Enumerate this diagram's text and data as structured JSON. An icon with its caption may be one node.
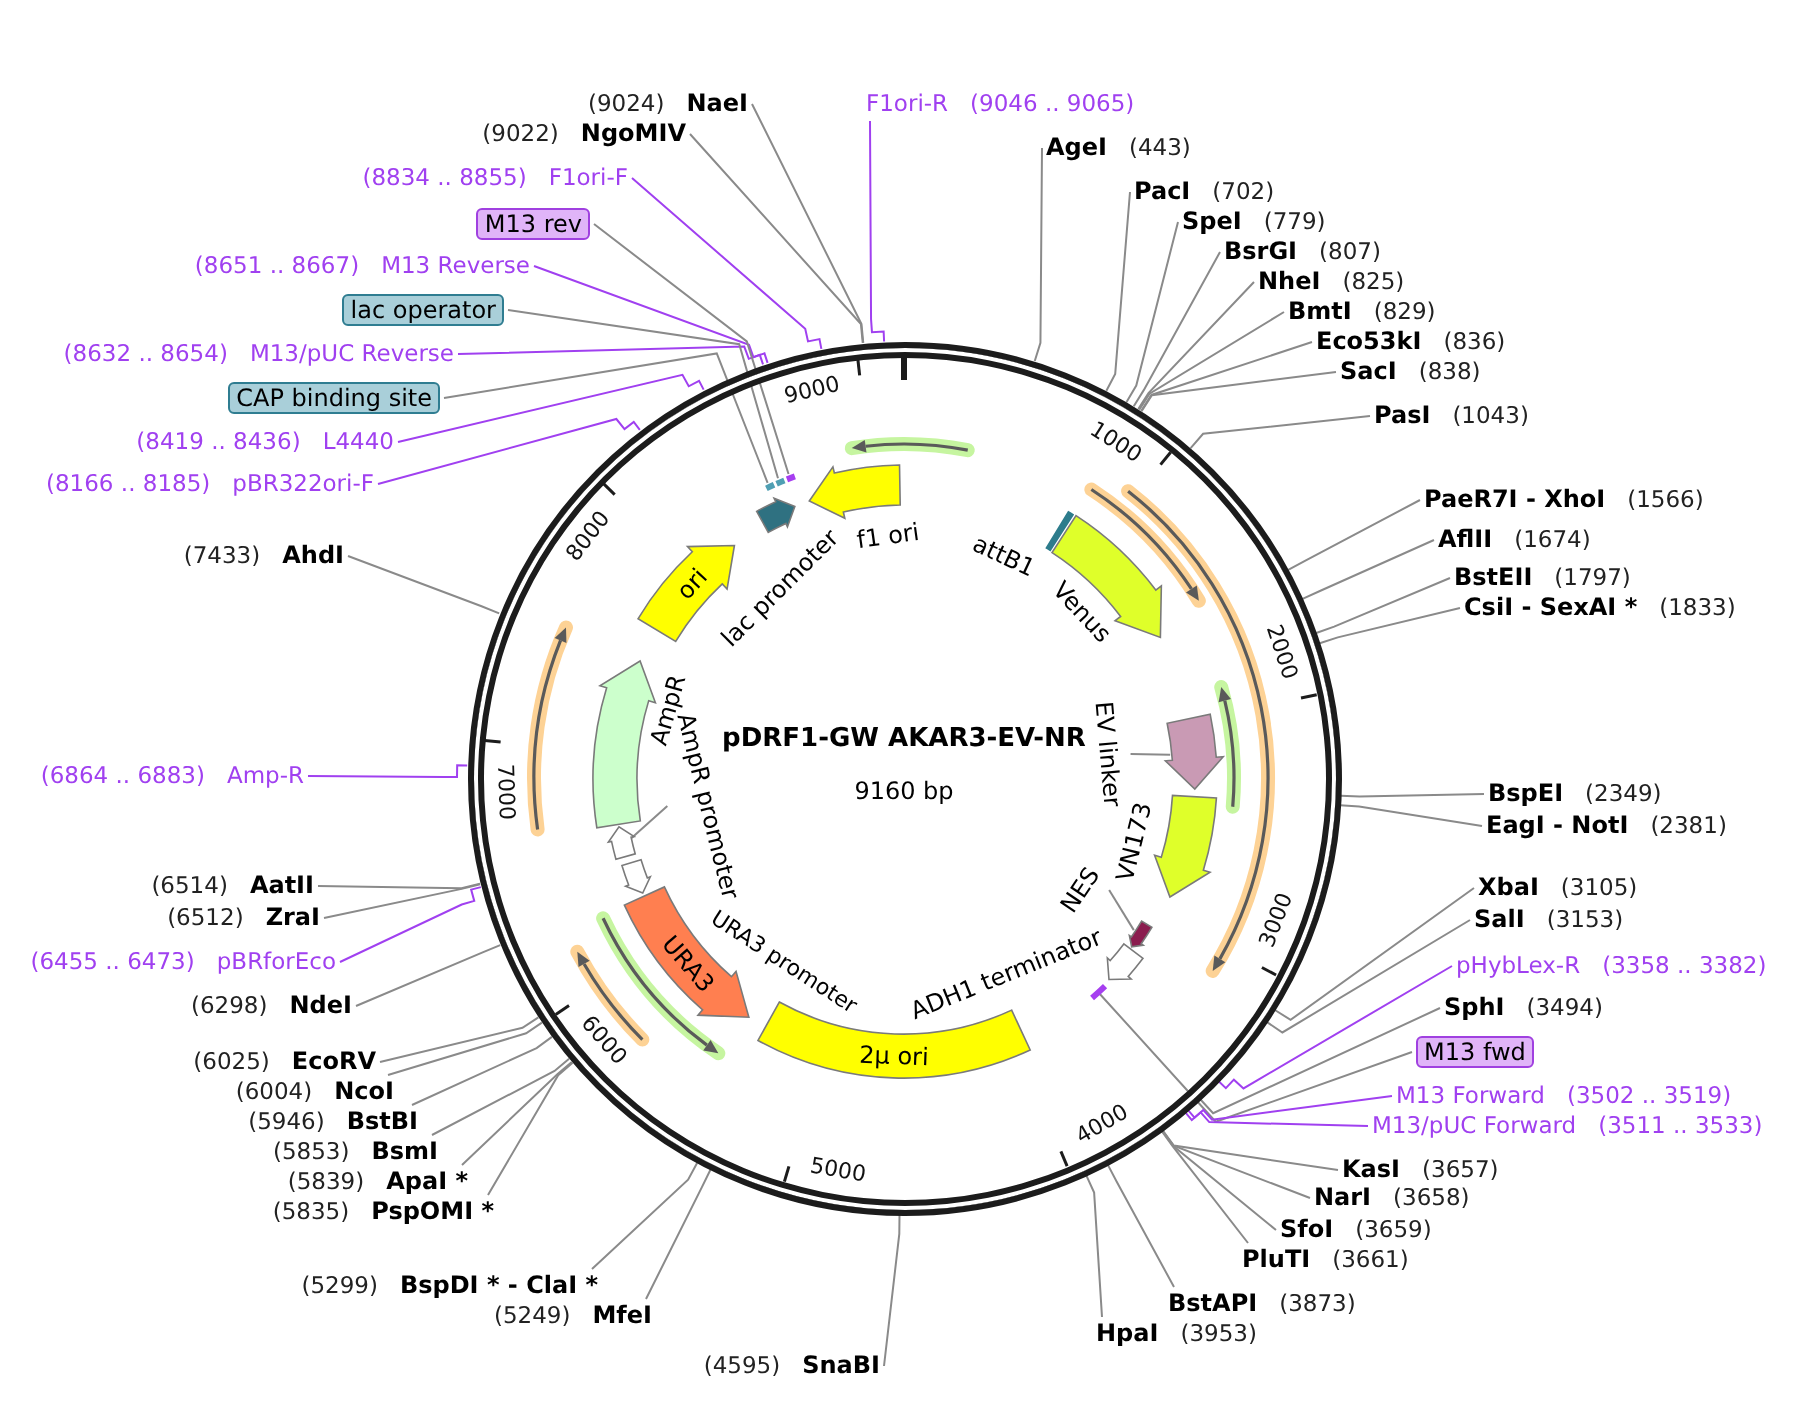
{
  "diagram": {
    "nodes": [
      {
        "text": [
          "pDRF1-GW AKAR3-EV-NR",
          "9160 bp"
        ]
      },
      {
        "text": [
          "(9024)",
          "NaeI"
        ]
      },
      {
        "text": [
          "(9022)",
          "NgoMIV"
        ]
      },
      {
        "text": [
          "F1ori-R",
          "(9046 .. 9065)"
        ]
      },
      {
        "text": [
          "AgeI",
          "(443)"
        ]
      },
      {
        "text": [
          "PacI",
          "(702)"
        ]
      },
      {
        "text": [
          "SpeI",
          "(779)"
        ]
      },
      {
        "text": [
          "BsrGI",
          "(807)"
        ]
      },
      {
        "text": [
          "NheI",
          "(825)"
        ]
      },
      {
        "text": [
          "BmtI",
          "(829)"
        ]
      },
      {
        "text": [
          "Eco53kI",
          "(836)"
        ]
      },
      {
        "text": [
          "SacI",
          "(838)"
        ]
      },
      {
        "text": [
          "PasI",
          "(1043)"
        ]
      },
      {
        "text": [
          "PaeR7I - XhoI",
          "(1566)"
        ]
      },
      {
        "text": [
          "AflII",
          "(1674)"
        ]
      },
      {
        "text": [
          "BstEII",
          "(1797)"
        ]
      },
      {
        "text": [
          "CsiI - SexAI *",
          "(1833)"
        ]
      },
      {
        "text": [
          "BspEI",
          "(2349)"
        ]
      },
      {
        "text": [
          "EagI - NotI",
          "(2381)"
        ]
      },
      {
        "text": [
          "XbaI",
          "(3105)"
        ]
      },
      {
        "text": [
          "SalI",
          "(3153)"
        ]
      },
      {
        "text": [
          "pHybLex-R",
          "(3358 .. 3382)"
        ]
      },
      {
        "text": [
          "SphI",
          "(3494)"
        ]
      },
      {
        "text": [
          "M13 fwd"
        ]
      },
      {
        "text": [
          "M13 Forward",
          "(3502 .. 3519)"
        ]
      },
      {
        "text": [
          "M13/pUC Forward",
          "(3511 .. 3533)"
        ]
      },
      {
        "text": [
          "KasI",
          "(3657)"
        ]
      },
      {
        "text": [
          "NarI",
          "(3658)"
        ]
      },
      {
        "text": [
          "SfoI",
          "(3659)"
        ]
      },
      {
        "text": [
          "PluTI",
          "(3661)"
        ]
      },
      {
        "text": [
          "BstAPI",
          "(3873)"
        ]
      },
      {
        "text": [
          "HpaI",
          "(3953)"
        ]
      },
      {
        "text": [
          "(4595)",
          "SnaBI"
        ]
      },
      {
        "text": [
          "(5249)",
          "MfeI"
        ]
      },
      {
        "text": [
          "(5299)",
          "BspDI * - ClaI *"
        ]
      },
      {
        "text": [
          "(5835)",
          "PspOMI *"
        ]
      },
      {
        "text": [
          "(5839)",
          "ApaI *"
        ]
      },
      {
        "text": [
          "(5853)",
          "BsmI"
        ]
      },
      {
        "text": [
          "(5946)",
          "BstBI"
        ]
      },
      {
        "text": [
          "(6004)",
          "NcoI"
        ]
      },
      {
        "text": [
          "(6025)",
          "EcoRV"
        ]
      },
      {
        "text": [
          "(6298)",
          "NdeI"
        ]
      },
      {
        "text": [
          "(6455 .. 6473)",
          "pBRforEco"
        ]
      },
      {
        "text": [
          "(6512)",
          "ZraI"
        ]
      },
      {
        "text": [
          "(6514)",
          "AatII"
        ]
      },
      {
        "text": [
          "(6864 .. 6883)",
          "Amp-R"
        ]
      },
      {
        "text": [
          "(7433)",
          "AhdI"
        ]
      },
      {
        "text": [
          "(8166 .. 8185)",
          "pBR322ori-F"
        ]
      },
      {
        "text": [
          "(8419 .. 8436)",
          "L4440"
        ]
      },
      {
        "text": [
          "CAP binding site"
        ]
      },
      {
        "text": [
          "(8632 .. 8654)",
          "M13/pUC Reverse"
        ]
      },
      {
        "text": [
          "lac operator"
        ]
      },
      {
        "text": [
          "(8651 .. 8667)",
          "M13 Reverse"
        ]
      },
      {
        "text": [
          "M13 rev"
        ]
      },
      {
        "text": [
          "(8834 .. 8855)",
          "F1ori-F"
        ]
      },
      {
        "text": [],
        "shape": "arrow",
        "in": 0
      },
      {
        "text": [],
        "shape": "arrow",
        "in": 0
      },
      {
        "text": [],
        "shape": "bar",
        "in": 0
      },
      {
        "text": [],
        "shape": "bar",
        "in": 0
      },
      {
        "text": [],
        "shape": "bar",
        "in": 0
      },
      {
        "text": [
          "ori"
        ],
        "in": 0
      },
      {
        "text": [],
        "shape": "arrow",
        "in": 0
      },
      {
        "text": [
          "AmpR promoter"
        ],
        "in": 0
      },
      {
        "text": [],
        "shape": "arrow",
        "in": 0
      },
      {
        "text": [],
        "shape": "arrow",
        "in": 0
      },
      {
        "text": [
          "URA3"
        ],
        "in": 0
      },
      {
        "text": [
          "2μ ori"
        ],
        "in": 0
      },
      {
        "text": [],
        "shape": "arrow",
        "in": 0
      },
      {
        "text": [],
        "shape": "bar",
        "in": 0
      },
      {
        "text": [
          "NES"
        ],
        "in": 0
      },
      {
        "text": [],
        "shape": "arrow",
        "in": 0
      },
      {
        "text": [],
        "shape": "arrow",
        "in": 0
      },
      {
        "text": [
          "EV linker"
        ],
        "in": 0
      },
      {
        "text": [],
        "shape": "arrow",
        "in": 0
      },
      {
        "text": [],
        "shape": "arrow",
        "in": 0
      },
      {
        "text": [],
        "shape": "bar",
        "in": 0
      }
    ],
    "edges": [
      {
        "from": 1,
        "to": 0,
        "arrow": "none"
      },
      {
        "from": 2,
        "to": 0,
        "arrow": "none"
      },
      {
        "from": 3,
        "to": 0,
        "arrow": "none",
        "color": "#a040f0"
      },
      {
        "from": 4,
        "to": 0,
        "arrow": "none"
      },
      {
        "from": 5,
        "to": 0,
        "arrow": "none"
      },
      {
        "from": 6,
        "to": 0,
        "arrow": "none"
      },
      {
        "from": 7,
        "to": 0,
        "arrow": "none"
      },
      {
        "from": 8,
        "to": 0,
        "arrow": "none"
      },
      {
        "from": 9,
        "to": 0,
        "arrow": "none"
      },
      {
        "from": 10,
        "to": 0,
        "arrow": "none"
      },
      {
        "from": 11,
        "to": 0,
        "arrow": "none"
      },
      {
        "from": 12,
        "to": 0,
        "arrow": "none"
      },
      {
        "from": 13,
        "to": 0,
        "arrow": "none"
      },
      {
        "from": 14,
        "to": 0,
        "arrow": "none"
      },
      {
        "from": 15,
        "to": 0,
        "arrow": "none"
      },
      {
        "from": 16,
        "to": 0,
        "arrow": "none"
      },
      {
        "from": 17,
        "to": 0,
        "arrow": "none"
      },
      {
        "from": 18,
        "to": 0,
        "arrow": "none"
      },
      {
        "from": 19,
        "to": 0,
        "arrow": "none"
      },
      {
        "from": 20,
        "to": 0,
        "arrow": "none"
      },
      {
        "from": 21,
        "to": 0,
        "arrow": "none",
        "color": "#a040f0"
      },
      {
        "from": 22,
        "to": 0,
        "arrow": "none"
      },
      {
        "from": 23,
        "to": 68,
        "arrow": "none"
      },
      {
        "from": 24,
        "to": 0,
        "arrow": "none",
        "color": "#a040f0"
      },
      {
        "from": 25,
        "to": 0,
        "arrow": "none",
        "color": "#a040f0"
      },
      {
        "from": 26,
        "to": 0,
        "arrow": "none"
      },
      {
        "from": 27,
        "to": 0,
        "arrow": "none"
      },
      {
        "from": 28,
        "to": 0,
        "arrow": "none"
      },
      {
        "from": 29,
        "to": 0,
        "arrow": "none"
      },
      {
        "from": 30,
        "to": 0,
        "arrow": "none"
      },
      {
        "from": 31,
        "to": 0,
        "arrow": "none"
      },
      {
        "from": 32,
        "to": 0,
        "arrow": "none"
      },
      {
        "from": 33,
        "to": 0,
        "arrow": "none"
      },
      {
        "from": 34,
        "to": 0,
        "arrow": "none"
      },
      {
        "from": 35,
        "to": 0,
        "arrow": "none"
      },
      {
        "from": 36,
        "to": 0,
        "arrow": "none"
      },
      {
        "from": 37,
        "to": 0,
        "arrow": "none"
      },
      {
        "from": 38,
        "to": 0,
        "arrow": "none"
      },
      {
        "from": 39,
        "to": 0,
        "arrow": "none"
      },
      {
        "from": 40,
        "to": 0,
        "arrow": "none"
      },
      {
        "from": 41,
        "to": 0,
        "arrow": "none"
      },
      {
        "from": 42,
        "to": 0,
        "arrow": "none",
        "color": "#a040f0"
      },
      {
        "from": 43,
        "to": 0,
        "arrow": "none"
      },
      {
        "from": 44,
        "to": 0,
        "arrow": "none"
      },
      {
        "from": 45,
        "to": 0,
        "arrow": "none",
        "color": "#a040f0"
      },
      {
        "from": 46,
        "to": 0,
        "arrow": "none"
      },
      {
        "from": 47,
        "to": 0,
        "arrow": "none",
        "color": "#a040f0"
      },
      {
        "from": 48,
        "to": 0,
        "arrow": "none",
        "color": "#a040f0"
      },
      {
        "from": 49,
        "to": 57,
        "arrow": "none"
      },
      {
        "from": 50,
        "to": 0,
        "arrow": "none",
        "color": "#a040f0"
      },
      {
        "from": 51,
        "to": 58,
        "arrow": "none"
      },
      {
        "from": 52,
        "to": 0,
        "arrow": "none",
        "color": "#a040f0"
      },
      {
        "from": 53,
        "to": 59,
        "arrow": "none"
      },
      {
        "from": 54,
        "to": 0,
        "arrow": "none",
        "color": "#a040f0"
      },
      {
        "from": 72,
        "to": 73,
        "arrow": "none"
      },
      {
        "from": 69,
        "to": 70,
        "arrow": "none"
      },
      {
        "from": 62,
        "to": 63,
        "arrow": "none"
      }
    ],
    "labels": [
      "f1 ori",
      "lac promoter",
      "AmpR",
      "URA3 promoter",
      "ADH1 terminator",
      "VN173",
      "Venus",
      "attB1",
      "1000",
      "2000",
      "3000",
      "4000",
      "5000",
      "6000",
      "7000",
      "8000",
      "9000"
    ]
  }
}
